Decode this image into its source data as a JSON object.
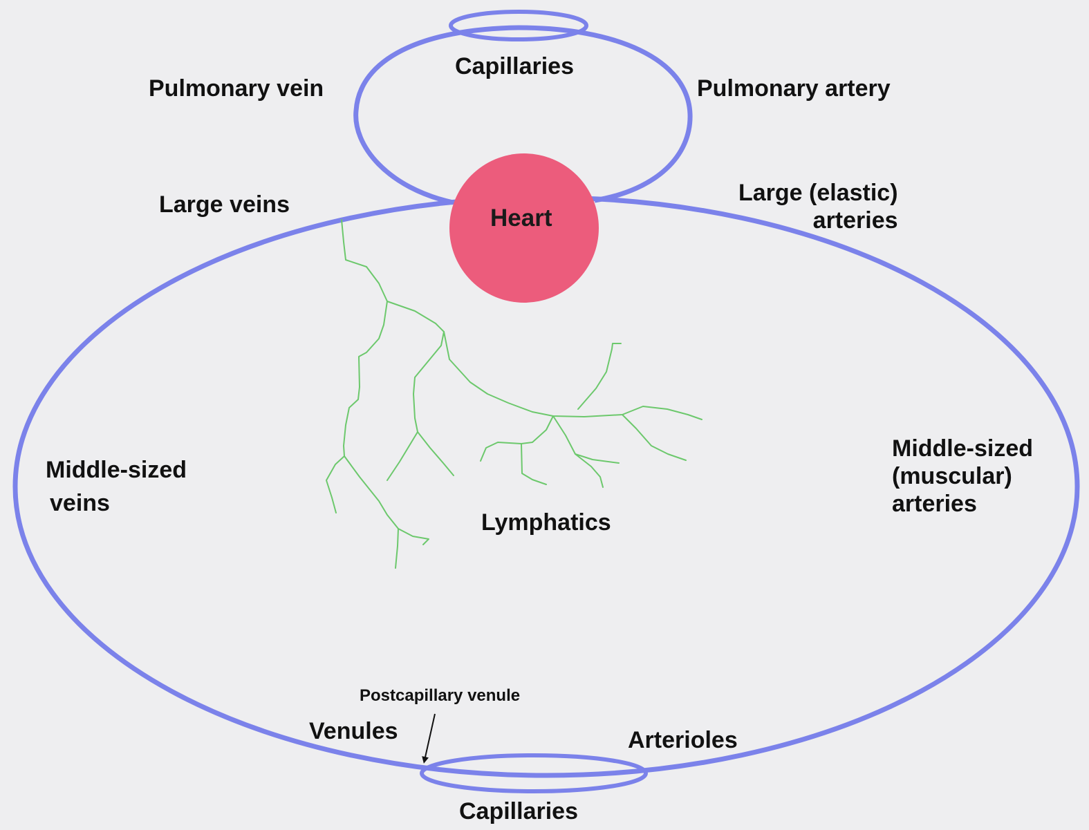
{
  "colors": {
    "background": "#eeeef0",
    "vessel": "#7b82ea",
    "heart": "#ec5c7c",
    "lymphatics": "#6cc86c",
    "text": "#111111"
  },
  "labels": {
    "capillaries_top": "Capillaries",
    "pulmonary_vein": "Pulmonary vein",
    "pulmonary_artery": "Pulmonary artery",
    "large_veins": "Large veins",
    "heart": "Heart",
    "large_elastic_arteries_line1": "Large (elastic)",
    "large_elastic_arteries_line2": "arteries",
    "middle_veins_line1": "Middle-sized",
    "middle_veins_line2": "veins",
    "middle_arteries_line1": "Middle-sized",
    "middle_arteries_line2": "(muscular)",
    "middle_arteries_line3": "arteries",
    "lymphatics": "Lymphatics",
    "postcapillary_venule": "Postcapillary venule",
    "venules": "Venules",
    "arterioles": "Arterioles",
    "capillaries_bottom": "Capillaries"
  }
}
